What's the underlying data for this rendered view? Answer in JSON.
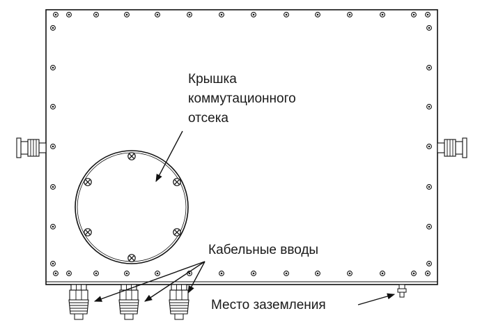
{
  "labels": {
    "cover_line1": "Крышка",
    "cover_line2": "коммутационного",
    "cover_line3": "отсека",
    "cable_entries": "Кабельные вводы",
    "grounding": "Место заземления"
  },
  "icons": {
    "bolt": "bolt-icon",
    "connector": "connector-icon",
    "cable_gland": "cable-gland-icon",
    "ground_terminal": "grounding-terminal-icon"
  }
}
